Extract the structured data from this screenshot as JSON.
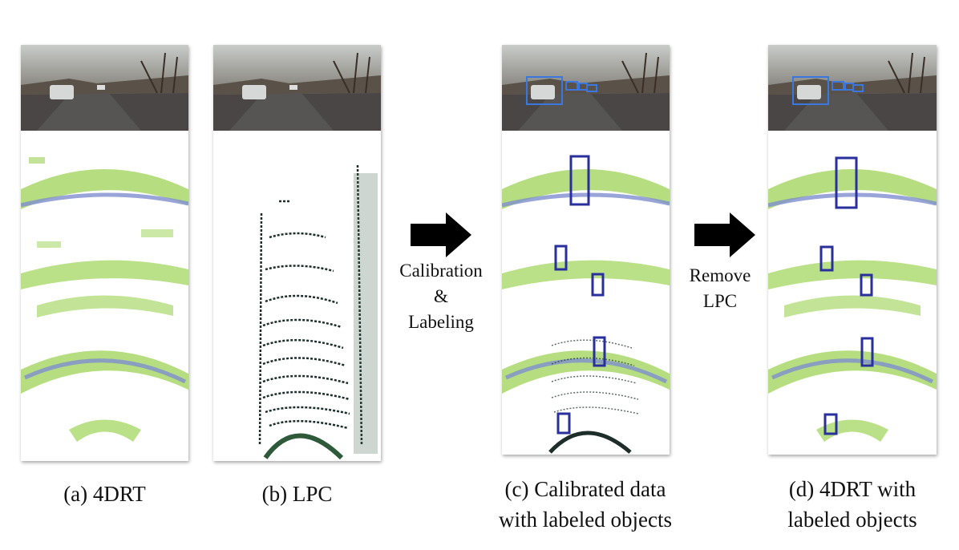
{
  "panels": [
    {
      "id": "a",
      "caption_line1": "(a) 4DRT",
      "caption_line2": ""
    },
    {
      "id": "b",
      "caption_line1": "(b) LPC",
      "caption_line2": ""
    },
    {
      "id": "c",
      "caption_line1": "(c) Calibrated data",
      "caption_line2": "with labeled objects"
    },
    {
      "id": "d",
      "caption_line1": "(d) 4DRT with",
      "caption_line2": "labeled objects"
    }
  ],
  "arrows": [
    {
      "line1": "Calibration",
      "line2": "&",
      "line3": "Labeling"
    },
    {
      "line1": "Remove",
      "line2": "LPC"
    }
  ],
  "colors": {
    "radar_green": "#a9d86a",
    "radar_blue": "#7f8fd0",
    "lidar_dark": "#1d2e2a",
    "box_blue": "#2a2f9e",
    "camera_box_blue": "#3a78e0"
  }
}
